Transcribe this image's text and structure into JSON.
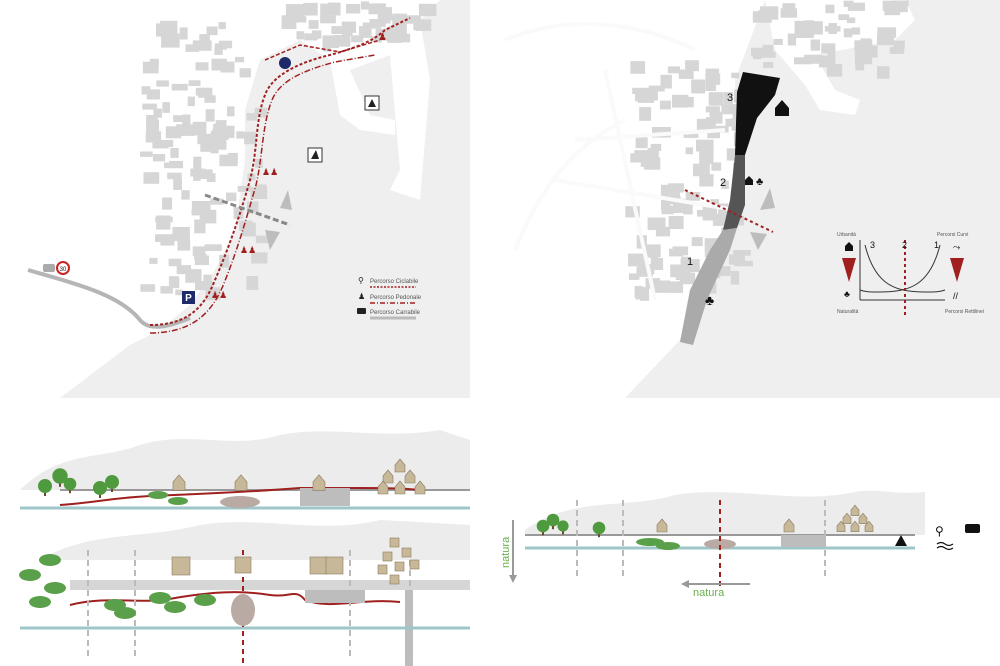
{
  "map_left": {
    "legend": {
      "cycle": "Percorso Ciclabile",
      "pedestrian": "Percorso Pedonale",
      "car": "Percorso Carrabile"
    },
    "speed_sign": "30",
    "parking_sign": "P"
  },
  "map_right": {
    "zones": [
      "1",
      "2",
      "3"
    ],
    "diagram": {
      "top_left": "Urbanità",
      "top_right": "Percorsi Curvi",
      "bottom_left": "Naturalità",
      "bottom_right": "Percorsi Rettilinei",
      "curve_labels": [
        "3",
        "2",
        "1"
      ]
    }
  },
  "section_right": {
    "vertical_label": "natura",
    "horizontal_label": "natura"
  },
  "colors": {
    "background": "#efeff0",
    "land": "#ffffff",
    "route_red": "#a02020",
    "water_line": "#9fc7c9",
    "road_grey": "#9a9a9a",
    "natura_green": "#6ab04c",
    "house_brown": "#c8b89a"
  }
}
